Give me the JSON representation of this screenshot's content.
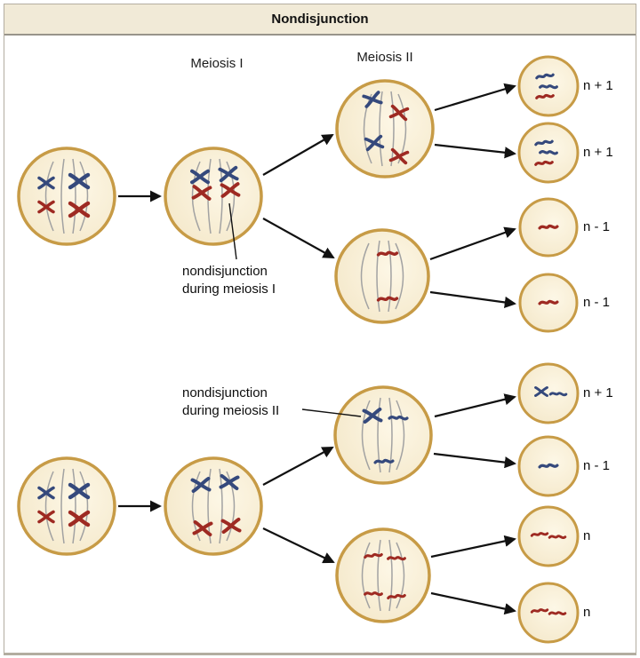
{
  "title": "Nondisjunction",
  "headers": {
    "meiosis1": "Meiosis I",
    "meiosis2": "Meiosis II"
  },
  "annotations": {
    "meiosis1": "nondisjunction during meiosis I",
    "meiosis2": "nondisjunction during meiosis II"
  },
  "labels": {
    "top": [
      "n + 1",
      "n + 1",
      "n - 1",
      "n - 1"
    ],
    "bottom": [
      "n + 1",
      "n - 1",
      "n",
      "n"
    ]
  },
  "colors": {
    "title_bar_bg": "#f1ead7",
    "title_bar_border": "#98948a",
    "frame_border": "#b3ada0",
    "cell_border": "#c79b46",
    "cell_fill": "#fdf7e6",
    "cell_fill_edge": "#f3e6c6",
    "chromosome_blue": "#35497c",
    "chromosome_red": "#9e2a22",
    "spindle": "#a2a2a2",
    "arrow": "#111111"
  }
}
